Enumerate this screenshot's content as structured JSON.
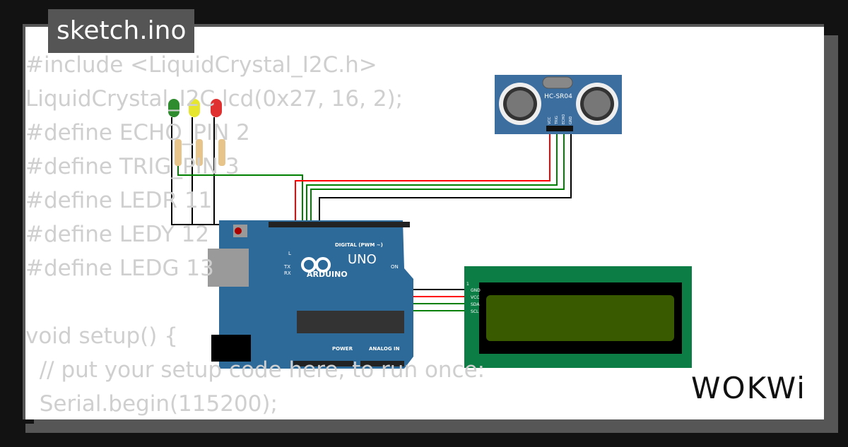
{
  "file_tab": {
    "label": "sketch.ino"
  },
  "code_lines": [
    "#include <LiquidCrystal_I2C.h>",
    "LiquidCrystal_I2C lcd(0x27, 16, 2);",
    "#define ECHO_PIN 2",
    "#define TRIG_PIN 3",
    "#define LEDR 11",
    "#define LEDY 12",
    "#define LEDG 13",
    "",
    "void setup() {",
    "  // put your setup code here, to run once:",
    "  Serial.begin(115200);"
  ],
  "sensor": {
    "label": "HC-SR04",
    "pins": [
      "VCC",
      "TRIG",
      "ECHO",
      "GND"
    ]
  },
  "arduino": {
    "brand": "ARDUINO",
    "model": "UNO",
    "digital_label": "DIGITAL (PWM ~)",
    "power_label": "POWER",
    "analog_label": "ANALOG IN",
    "on_label": "ON",
    "l_label": "L",
    "tx_label": "TX",
    "rx_label": "RX"
  },
  "lcd": {
    "pin1": "1",
    "pins": [
      "GND",
      "VCC",
      "SDA",
      "SCL"
    ]
  },
  "logo": "WOKWi",
  "colors": {
    "background": "#121212",
    "card": "#ffffff",
    "tab": "#555555",
    "board": "#2d6a9a",
    "lcd_pcb": "#0b7d45",
    "lcd_screen": "#3a5a00",
    "wire_red": "#ff0000",
    "wire_green": "#008000",
    "wire_black": "#000000"
  }
}
